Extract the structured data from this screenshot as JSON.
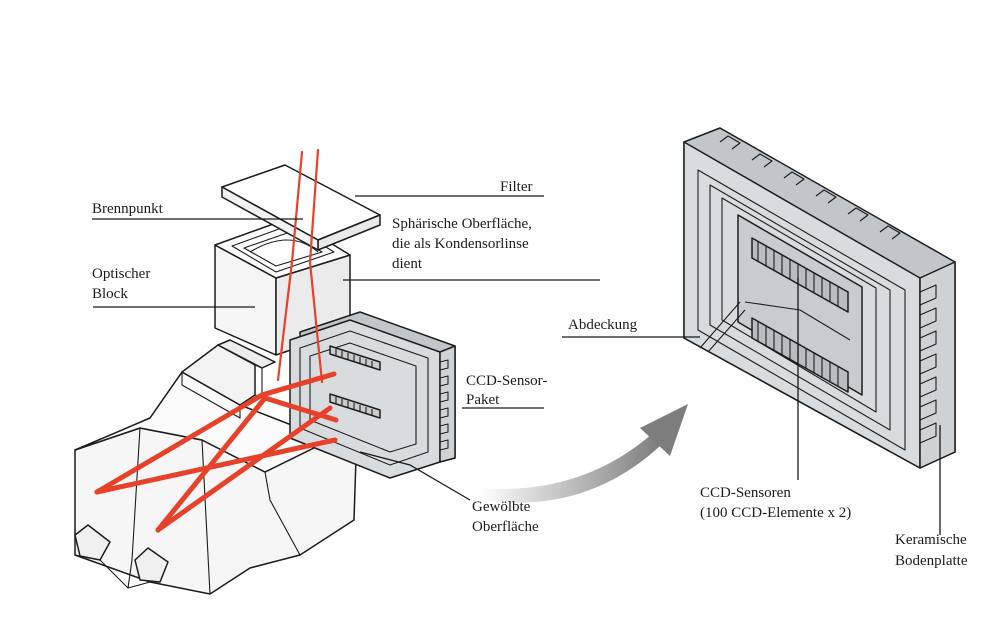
{
  "labels": {
    "filter": "Filter",
    "brennpunkt": "Brennpunkt",
    "sphaerisch_1": "Sphärische Oberfläche,",
    "sphaerisch_2": "die als Kondensorlinse",
    "sphaerisch_3": "dient",
    "optischer_1": "Optischer",
    "optischer_2": "Block",
    "ccd_paket_1": "CCD-Sensor-",
    "ccd_paket_2": "Paket",
    "gewoelbte_1": "Gewölbte",
    "gewoelbte_2": "Oberfläche",
    "abdeckung": "Abdeckung",
    "ccd_sensoren_1": "CCD-Sensoren",
    "ccd_sensoren_2": "(100 CCD-Elemente x 2)",
    "keramische_1": "Keramische",
    "keramische_2": "Bodenplatte"
  },
  "colors": {
    "beam": "#e8412a",
    "body": "#f6f6f6",
    "package": "#d9dcdf",
    "package_dark": "#c2c6ca",
    "arrow": "#8a8a8a"
  }
}
